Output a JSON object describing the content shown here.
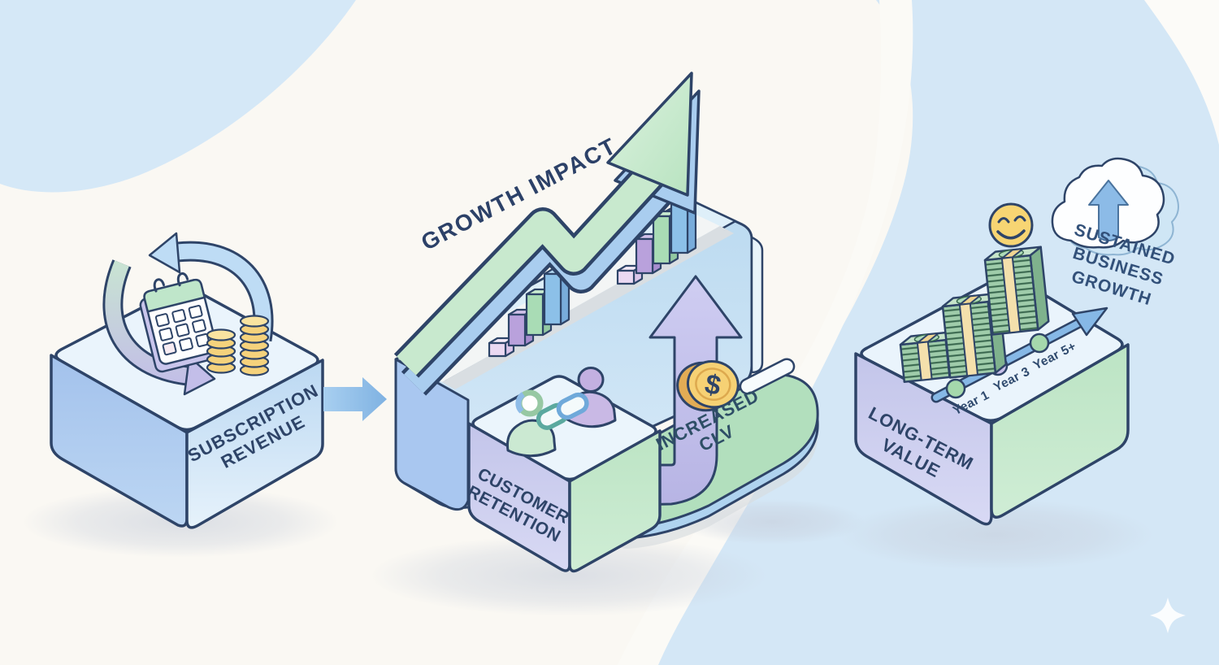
{
  "blocks": {
    "subscription_revenue": {
      "line1": "SUBSCRIPTION",
      "line2": "REVENUE"
    },
    "customer_retention": {
      "line1": "CUSTOMER",
      "line2": "RETENTION"
    },
    "increased_clv": {
      "line1": "INCREASED",
      "line2": "CLV"
    },
    "long_term_value": {
      "line1": "LONG-TERM",
      "line2": "VALUE"
    }
  },
  "captions": {
    "growth_impact": "GROWTH IMPACT",
    "sustained_growth": {
      "line1": "SUSTAINED",
      "line2": "BUSINESS",
      "line3": "GROWTH"
    }
  },
  "timeline": {
    "labels": [
      "Year 1",
      "Year 3",
      "Year 5+"
    ]
  },
  "coin": {
    "symbol": "$"
  },
  "icons": [
    "recurring-cycle-icon",
    "calendar-icon",
    "coin-stack-icon",
    "flow-arrow-icon",
    "bar-chart-icon",
    "growth-arrow-icon",
    "people-icon",
    "link-chain-icon",
    "up-arrow-icon",
    "dollar-coin-icon",
    "money-stack-icon",
    "timeline-arrow-icon",
    "smiley-icon",
    "cloud-growth-icon",
    "sparkle-icon"
  ],
  "colors": {
    "background": "#FAF8F3",
    "background_blue": "#D5E8F7",
    "outline_navy": "#2E4468",
    "text_navy": "#2E4468",
    "blue_face": "#A9C7EF",
    "light_blue_face": "#C3DFF3",
    "top_face": "#EAF4FC",
    "lavender_face": "#C7C9EE",
    "green_face": "#BEE5C6",
    "arrow_green": "#C8E9CE",
    "arrow_blue": "#A9CDEF",
    "purple_arrow": "#C7C5EE",
    "gold": "#F5D07A",
    "timeline_blue": "#86B8E6",
    "money_green": "#9FCCAA",
    "strap_tan": "#F4E0AC",
    "smiley_yellow": "#F7D573"
  }
}
